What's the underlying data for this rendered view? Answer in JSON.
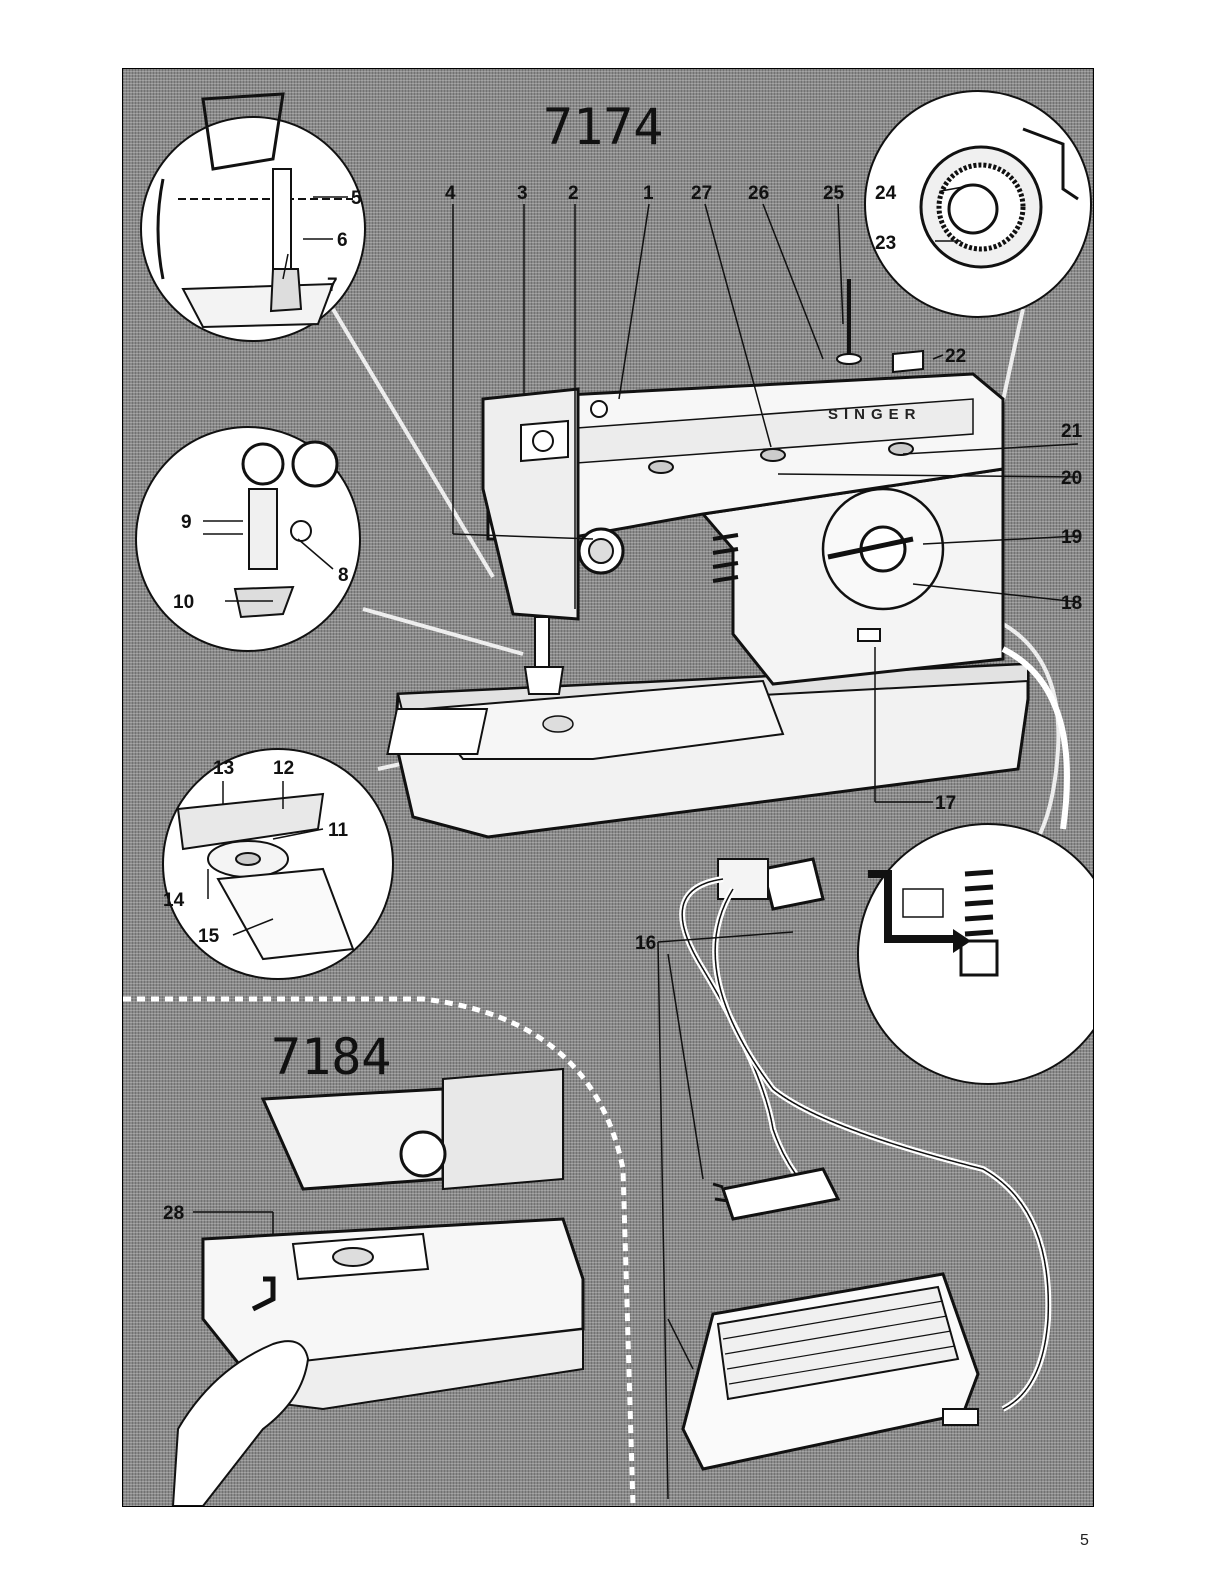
{
  "top_model": "7174",
  "bottom_model": "7184",
  "brand": "SINGER",
  "labels": {
    "n1": "1",
    "n2": "2",
    "n3": "3",
    "n4": "4",
    "n5": "5",
    "n6": "6",
    "n7": "7",
    "n8": "8",
    "n9": "9",
    "n10": "10",
    "n11": "11",
    "n12": "12",
    "n13": "13",
    "n14": "14",
    "n15": "15",
    "n16": "16",
    "n17": "17",
    "n18": "18",
    "n19": "19",
    "n20": "20",
    "n21": "21",
    "n22": "22",
    "n23": "23",
    "n24": "24",
    "n25": "25",
    "n26": "26",
    "n27": "27",
    "n28": "28"
  },
  "page_number": "5"
}
